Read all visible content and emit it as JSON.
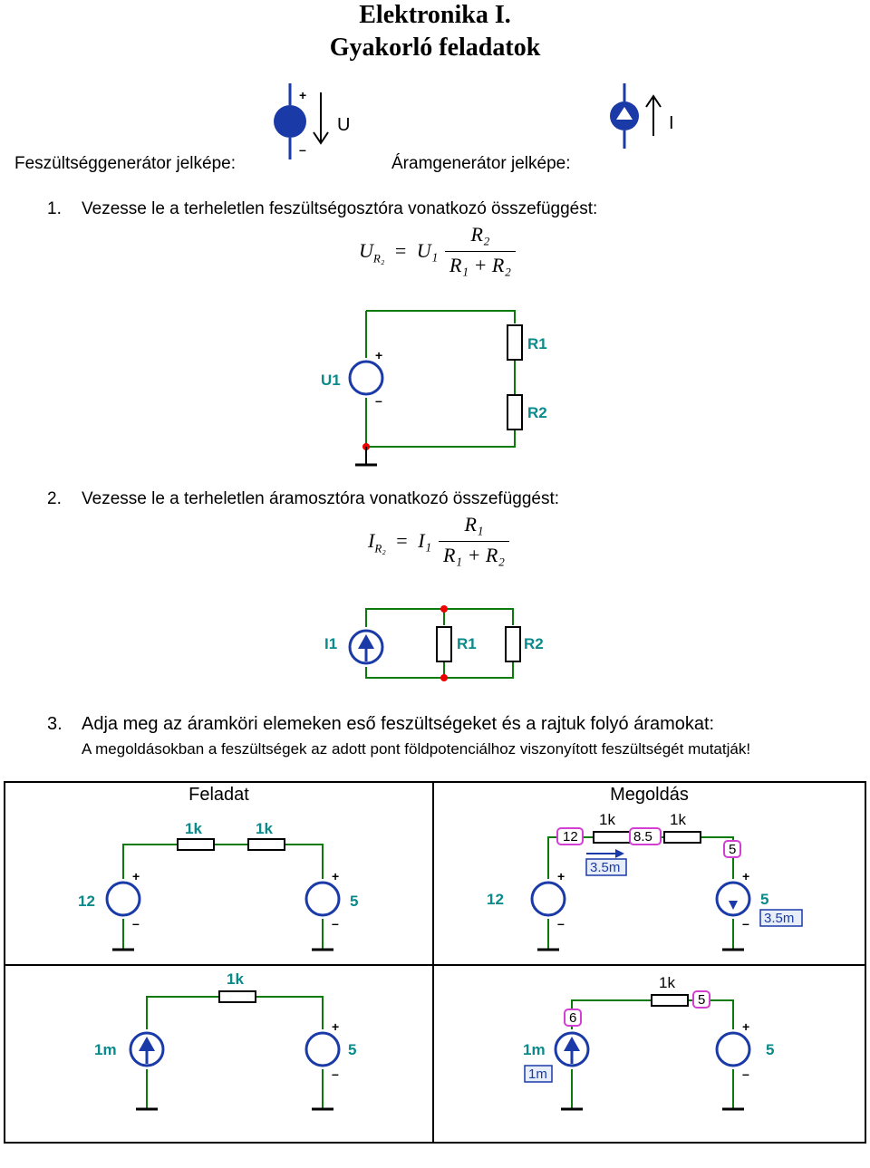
{
  "title_line1": "Elektronika I.",
  "title_line2": "Gyakorló feladatok",
  "symbols": {
    "voltage_caption": "Feszültséggenerátor jelképe:",
    "voltage_label": "U",
    "current_caption": "Áramgenerátor jelképe:",
    "current_label": "I",
    "plus": "+",
    "minus": "–"
  },
  "task1": {
    "number": "1.",
    "text": "Vezesse le a terheletlen feszültségosztóra vonatkozó összefüggést:",
    "formula": {
      "lhs": "U",
      "lhs_sub": "R₂",
      "eq": "=",
      "coef": "U₁",
      "num": "R₂",
      "den": "R₁ + R₂"
    },
    "labels": {
      "source": "U1",
      "r1": "R1",
      "r2": "R2"
    }
  },
  "task2": {
    "number": "2.",
    "text": "Vezesse le a terheletlen áramosztóra vonatkozó összefüggést:",
    "formula": {
      "lhs": "I",
      "lhs_sub": "R₂",
      "eq": "=",
      "coef": "I₁",
      "num": "R₁",
      "den": "R₁ + R₂"
    },
    "labels": {
      "source": "I1",
      "r1": "R1",
      "r2": "R2"
    }
  },
  "task3": {
    "number": "3.",
    "text": "Adja meg az áramköri elemeken eső feszültségeket és a rajtuk folyó áramokat:",
    "note": "A megoldásokban a feszültségek az adott pont földpotenciálhoz viszonyított feszültségét mutatják!",
    "col_task": "Feladat",
    "col_solution": "Megoldás",
    "circuit_a": {
      "r_left": "1k",
      "r_right": "1k",
      "src_left": "12",
      "src_right": "5",
      "sol_node_left": "12",
      "sol_node_mid": "8.5",
      "sol_node_right": "5",
      "sol_current": "3.5m",
      "sol_current_right": "3.5m"
    },
    "circuit_b": {
      "r": "1k",
      "src_left": "1m",
      "src_right": "5",
      "sol_node_left": "6",
      "sol_node_right": "5",
      "sol_current": "1m"
    }
  }
}
